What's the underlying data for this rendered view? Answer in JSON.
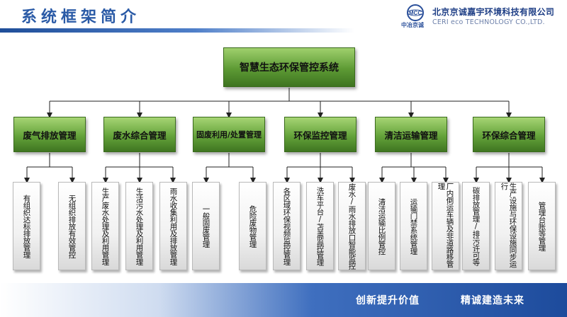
{
  "header": {
    "title": "系统框架简介",
    "company_cn": "北京京诚嘉宇环境科技有限公司",
    "company_en": "CERI eco TECHNOLOGY CO.,LTD.",
    "logo_text": "MCC",
    "logo_caption": "中冶京诚"
  },
  "diagram": {
    "root": "智慧生态环保管控系统",
    "categories": [
      {
        "label": "废气排放管理",
        "leaves": [
          "有组织达标排放管理",
          "无组织排放有效管控"
        ]
      },
      {
        "label": "废水综合管理",
        "leaves": [
          "生产废水处理及利用管理",
          "生活污水处理及利用管理",
          "雨水收集利用及排放管理"
        ]
      },
      {
        "label": "固废利用/处置管理",
        "leaves": [
          "一般固废管理",
          "危险废物管理"
        ]
      },
      {
        "label": "环保监控管理",
        "leaves": [
          "各区域环保视频监控管理",
          "洗车平台/苫盖监控管理",
          "废水/雨水排放口智能监控"
        ]
      },
      {
        "label": "清洁运输管理",
        "leaves": [
          "清洁运输比例管控",
          "运输门禁系统管理",
          "厂内倒运车辆及非道路移管理"
        ]
      },
      {
        "label": "环保综合管理",
        "leaves": [
          "碳排放管理/排污许可等",
          "生产设施与环保设施同步运行",
          "管理台账等管理"
        ]
      }
    ]
  },
  "footer": {
    "slogan_left": "创新提升价值",
    "slogan_right": "精诚建造未来"
  },
  "colors": {
    "brand_blue": "#2a5aa6",
    "node_green": "#5d9a34",
    "leaf_gray": "#f1f1f1"
  }
}
